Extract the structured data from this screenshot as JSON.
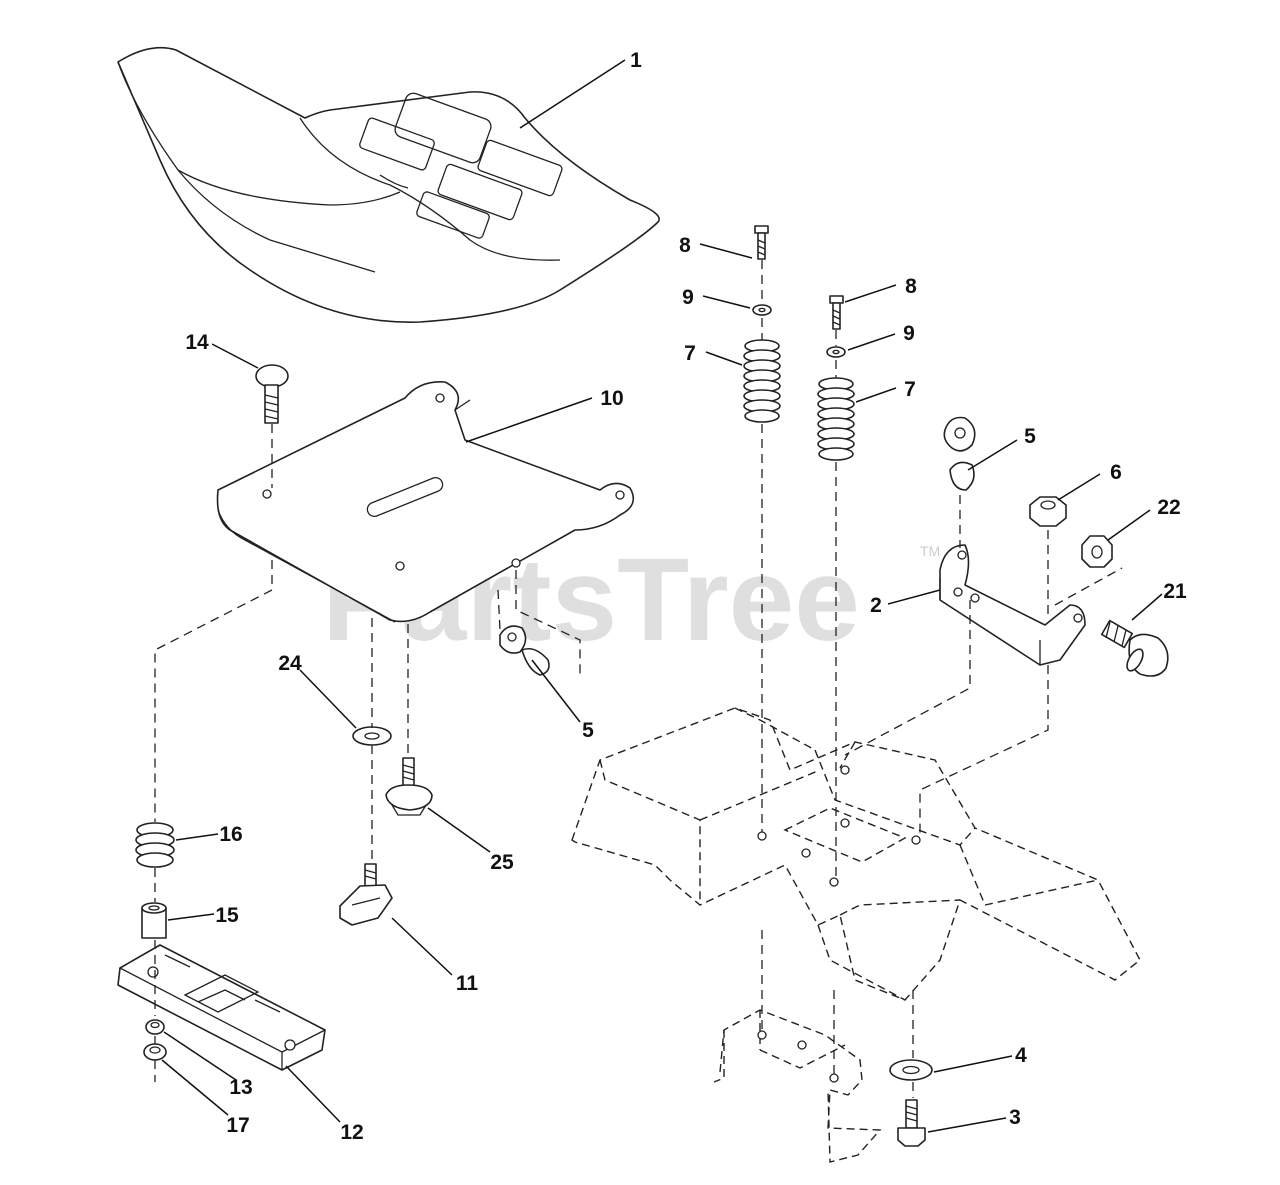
{
  "watermark": {
    "text": "PartsTree",
    "tm": "TM"
  },
  "callouts": [
    {
      "id": "seat",
      "label": "1"
    },
    {
      "id": "bolt-top-left",
      "label": "8"
    },
    {
      "id": "washer-top-left",
      "label": "9"
    },
    {
      "id": "spring-left",
      "label": "7"
    },
    {
      "id": "bolt-top-right",
      "label": "8"
    },
    {
      "id": "washer-top-right",
      "label": "9"
    },
    {
      "id": "spring-right",
      "label": "7"
    },
    {
      "id": "carriage-bolt",
      "label": "14"
    },
    {
      "id": "seat-pan",
      "label": "10"
    },
    {
      "id": "clip-right",
      "label": "5"
    },
    {
      "id": "nut",
      "label": "6"
    },
    {
      "id": "nut-22",
      "label": "22"
    },
    {
      "id": "bracket",
      "label": "2"
    },
    {
      "id": "knob-bolt",
      "label": "21"
    },
    {
      "id": "clip-left",
      "label": "5"
    },
    {
      "id": "flat-washer",
      "label": "24"
    },
    {
      "id": "shoulder-bolt",
      "label": "25"
    },
    {
      "id": "spring-16",
      "label": "16"
    },
    {
      "id": "spacer",
      "label": "15"
    },
    {
      "id": "knob",
      "label": "11"
    },
    {
      "id": "washer-4",
      "label": "4"
    },
    {
      "id": "bolt-3",
      "label": "3"
    },
    {
      "id": "nut-13",
      "label": "13"
    },
    {
      "id": "rail",
      "label": "12"
    },
    {
      "id": "nut-17",
      "label": "17"
    }
  ]
}
